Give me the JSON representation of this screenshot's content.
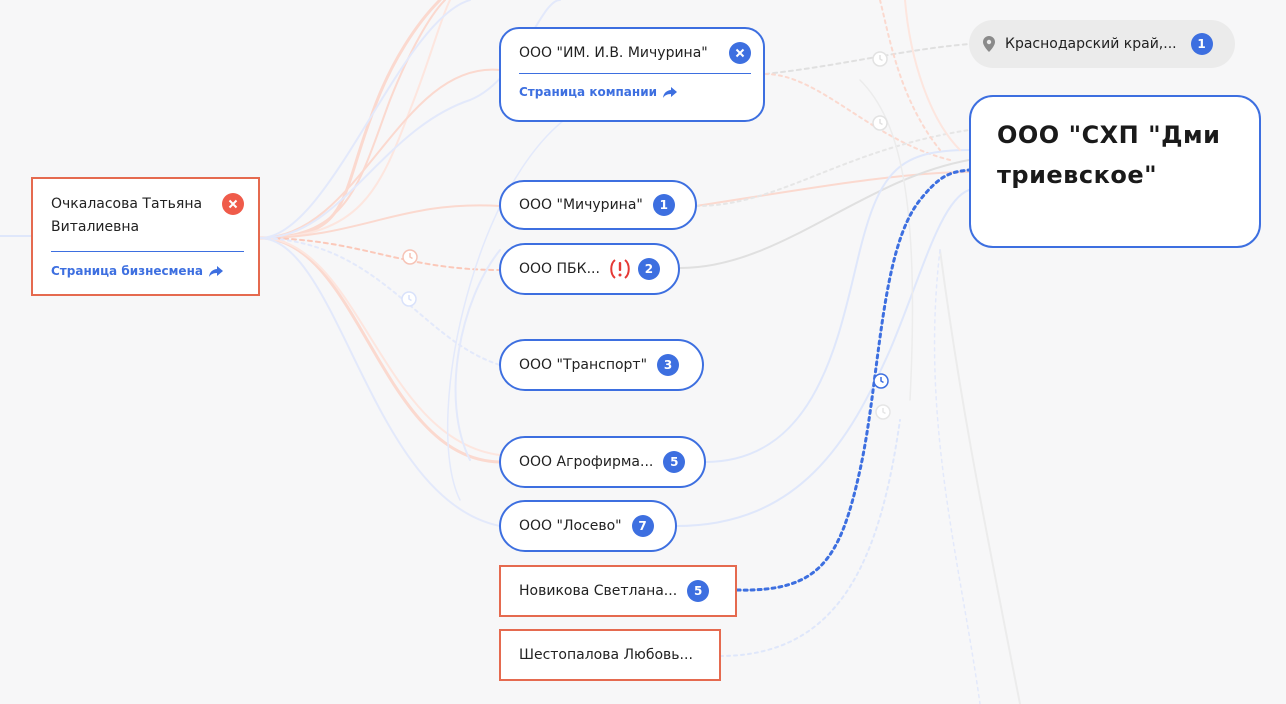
{
  "person_card": {
    "name": "Очкаласова Татьяна Виталиевна",
    "link_label": "Страница бизнесмена"
  },
  "company_card": {
    "name": "ООО \"ИМ. И.В. Мичурина\"",
    "link_label": "Страница компании"
  },
  "companies": [
    {
      "name": "ООО \"Мичурина\"",
      "count": "1"
    },
    {
      "name": "ООО ПБК...",
      "count": "2",
      "warning": true
    },
    {
      "name": "ООО \"Транспорт\"",
      "count": "3"
    },
    {
      "name": "ООО Агрофирма...",
      "count": "5"
    },
    {
      "name": "ООО \"Лосево\"",
      "count": "7"
    }
  ],
  "persons": [
    {
      "name": "Новикова Светлана...",
      "count": "5"
    },
    {
      "name": "Шестопалова Любовь...",
      "count": ""
    }
  ],
  "region": {
    "label": "Краснодарский край,...",
    "count": "1",
    "icon": "location-pin-icon"
  },
  "main_company": {
    "name": "ООО \"СХП \"Дмитриевское\""
  },
  "colors": {
    "company_border": "#3d6fe0",
    "person_border": "#e56a4f",
    "badge": "#3d6fe0",
    "close_red": "#ef5b4a",
    "warning_red": "#e53935"
  }
}
